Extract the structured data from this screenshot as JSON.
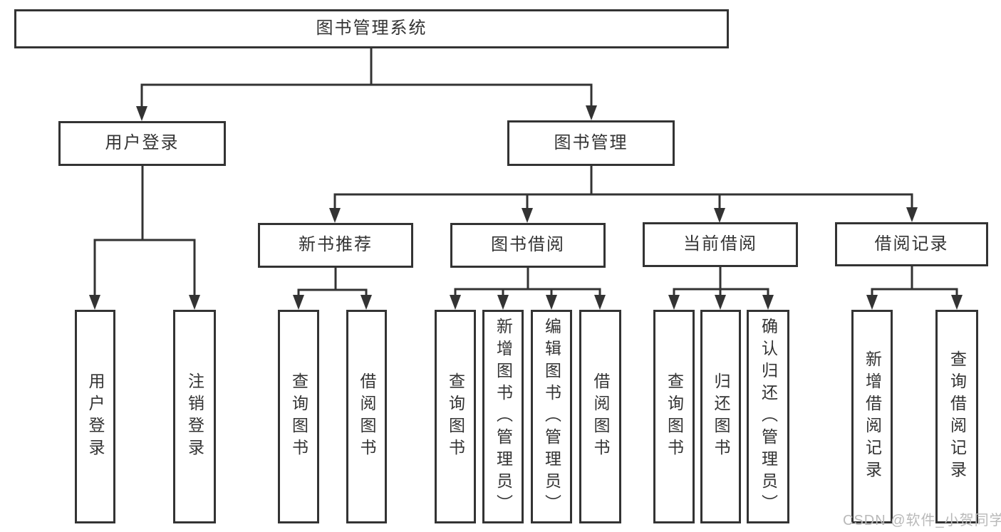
{
  "diagram": {
    "title": "图书管理系统",
    "type": "hierarchy-diagram",
    "colors": {
      "line": "#333333",
      "box_border": "#333333",
      "text": "#333333",
      "background": "#ffffff",
      "watermark": "#b9b9b9"
    },
    "nodes": {
      "root": {
        "label": "图书管理系统"
      },
      "user_login": {
        "label": "用户登录"
      },
      "book_mgmt": {
        "label": "图书管理"
      },
      "new_book_rec": {
        "label": "新书推荐"
      },
      "book_borrow": {
        "label": "图书借阅"
      },
      "current_borrow": {
        "label": "当前借阅"
      },
      "borrow_record": {
        "label": "借阅记录"
      },
      "leaf_user_login": {
        "label": "用户登录"
      },
      "leaf_logout": {
        "label": "注销登录"
      },
      "leaf_nbr_query": {
        "label": "查询图书"
      },
      "leaf_nbr_borrow": {
        "label": "借阅图书"
      },
      "leaf_bb_query": {
        "label": "查询图书"
      },
      "leaf_bb_add": {
        "label": "新增图书（管理员）"
      },
      "leaf_bb_edit": {
        "label": "编辑图书（管理员）"
      },
      "leaf_bb_borrow": {
        "label": "借阅图书"
      },
      "leaf_cb_query": {
        "label": "查询图书"
      },
      "leaf_cb_return": {
        "label": "归还图书"
      },
      "leaf_cb_confirm": {
        "label": "确认归还（管理员）"
      },
      "leaf_br_add": {
        "label": "新增借阅记录"
      },
      "leaf_br_query": {
        "label": "查询借阅记录"
      }
    },
    "edges": [
      [
        "root",
        "user_login"
      ],
      [
        "root",
        "book_mgmt"
      ],
      [
        "user_login",
        "leaf_user_login"
      ],
      [
        "user_login",
        "leaf_logout"
      ],
      [
        "book_mgmt",
        "new_book_rec"
      ],
      [
        "book_mgmt",
        "book_borrow"
      ],
      [
        "book_mgmt",
        "current_borrow"
      ],
      [
        "book_mgmt",
        "borrow_record"
      ],
      [
        "new_book_rec",
        "leaf_nbr_query"
      ],
      [
        "new_book_rec",
        "leaf_nbr_borrow"
      ],
      [
        "book_borrow",
        "leaf_bb_query"
      ],
      [
        "book_borrow",
        "leaf_bb_add"
      ],
      [
        "book_borrow",
        "leaf_bb_edit"
      ],
      [
        "book_borrow",
        "leaf_bb_borrow"
      ],
      [
        "current_borrow",
        "leaf_cb_query"
      ],
      [
        "current_borrow",
        "leaf_cb_return"
      ],
      [
        "current_borrow",
        "leaf_cb_confirm"
      ],
      [
        "borrow_record",
        "leaf_br_add"
      ],
      [
        "borrow_record",
        "leaf_br_query"
      ]
    ],
    "watermark": "CSDN @软件_小贺同学"
  }
}
